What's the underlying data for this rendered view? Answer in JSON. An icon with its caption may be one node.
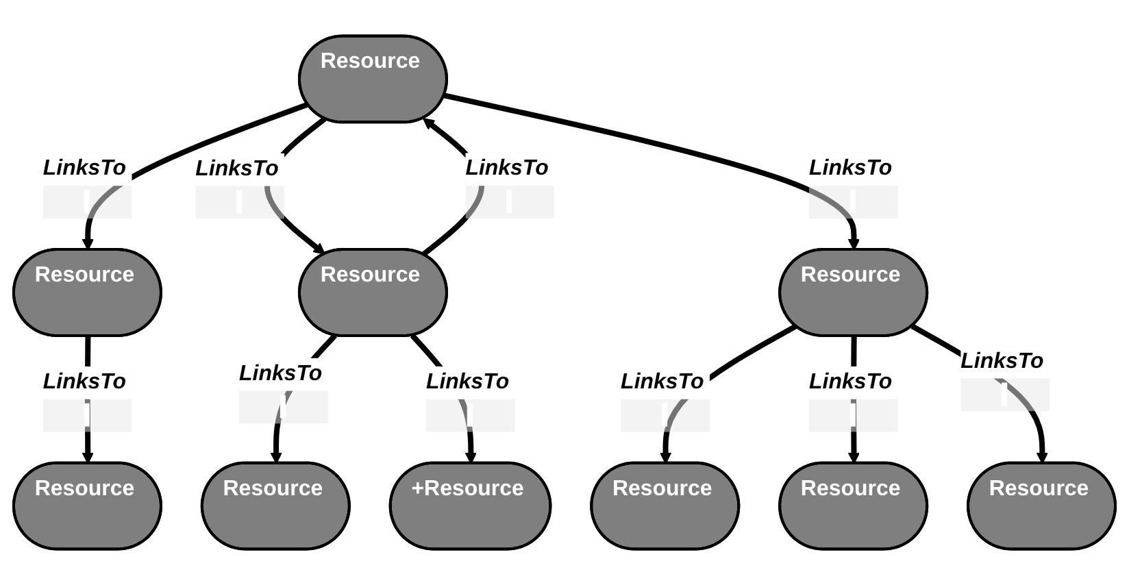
{
  "diagram": {
    "nodes": [
      {
        "text": [
          "Resource"
        ]
      },
      {
        "text": [
          "Resource"
        ]
      },
      {
        "text": [
          "Resource"
        ]
      },
      {
        "text": [
          "Resource"
        ]
      },
      {
        "text": [
          "Resource"
        ]
      },
      {
        "text": [
          "Resource"
        ]
      },
      {
        "text": [
          "+Resource"
        ]
      },
      {
        "text": [
          "Resource"
        ]
      },
      {
        "text": [
          "Resource"
        ]
      },
      {
        "text": [
          "Resource"
        ]
      }
    ],
    "edges": [
      {
        "from": 0,
        "to": 1,
        "arrow": "to",
        "label": "LinksTo"
      },
      {
        "from": 1,
        "to": 3,
        "arrow": "to",
        "label": "LinksTo"
      },
      {
        "from": 0,
        "to": 2,
        "arrow": "to",
        "label": "LinksTo"
      },
      {
        "from": 2,
        "to": 0,
        "arrow": "to",
        "label": "LinksTo"
      },
      {
        "from": 0,
        "to": 4,
        "arrow": "to",
        "label": "LinksTo"
      },
      {
        "from": 2,
        "to": 5,
        "arrow": "to",
        "label": "LinksTo"
      },
      {
        "from": 2,
        "to": 6,
        "arrow": "to",
        "label": "LinksTo"
      },
      {
        "from": 4,
        "to": 7,
        "arrow": "to",
        "label": "LinksTo"
      },
      {
        "from": 4,
        "to": 8,
        "arrow": "to",
        "label": "LinksTo"
      },
      {
        "from": 4,
        "to": 9,
        "arrow": "to",
        "label": "LinksTo"
      }
    ]
  }
}
